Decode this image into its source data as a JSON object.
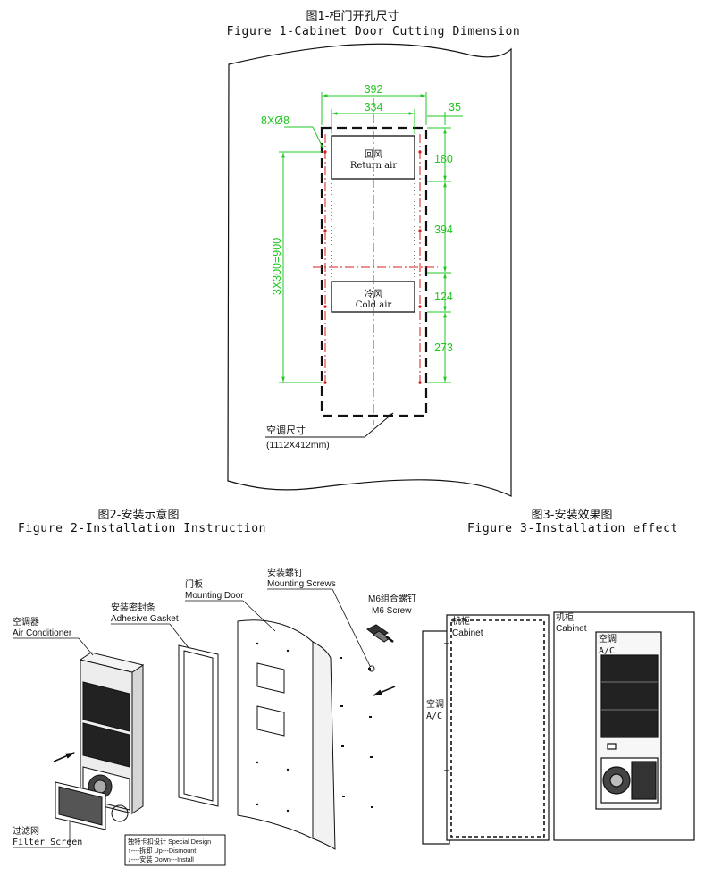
{
  "fig1": {
    "title_zh": "图1-柜门开孔尺寸",
    "title_en": "Figure 1-Cabinet Door Cutting Dimension",
    "dim_392": "392",
    "dim_334": "334",
    "dim_35": "35",
    "holes": "8XØ8",
    "dim_180": "180",
    "dim_394": "394",
    "dim_124": "124",
    "dim_273": "273",
    "dim_vertical": "3X300=900",
    "return_air_zh": "回风",
    "return_air_en": "Return air",
    "cold_air_zh": "冷风",
    "cold_air_en": "Cold air",
    "ac_size_zh": "空调尺寸",
    "ac_size_en": "(1112X412mm)"
  },
  "fig2": {
    "title_zh": "图2-安装示意图",
    "title_en": "Figure 2-Installation Instruction",
    "ac_zh": "空调器",
    "ac_en": "Air Conditioner",
    "gasket_zh": "安装密封条",
    "gasket_en": "Adhesive Gasket",
    "door_zh": "门板",
    "door_en": "Mounting Door",
    "screws_zh": "安装螺钉",
    "screws_en": "Mounting Screws",
    "m6_zh": "M6组合螺钉",
    "m6_en": "M6 Screw",
    "filter_zh": "过滤网",
    "filter_en": "Filter Screen",
    "legend_title": "独特卡扣设计 Special Design",
    "legend_up": "↑----拆卸   Up---Dismount",
    "legend_down": "↓----安装   Down---Install"
  },
  "fig3": {
    "title_zh": "图3-安装效果图",
    "title_en": "Figure 3-Installation effect",
    "cabinet_zh": "机柜",
    "cabinet_en": "Cabinet",
    "ac_zh": "空调",
    "ac_en": "A/C"
  },
  "colors": {
    "dim_green": "#22c722",
    "center_red": "#d81e1e",
    "line": "#111111"
  }
}
